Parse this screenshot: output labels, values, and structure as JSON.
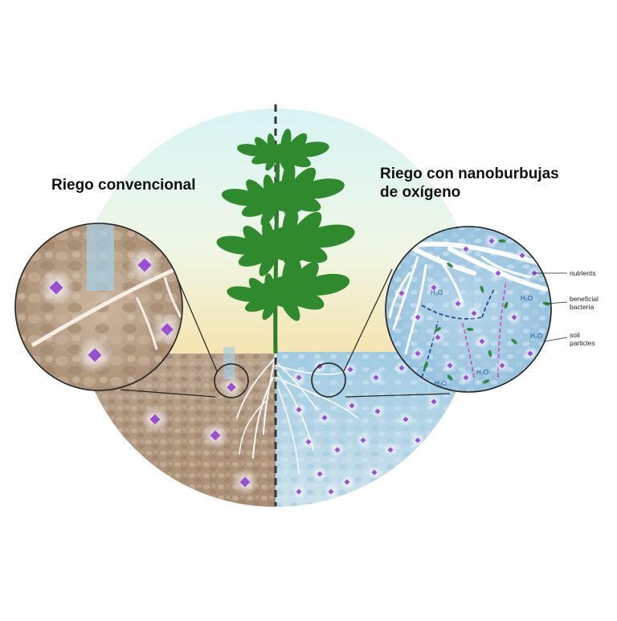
{
  "titles": {
    "left": "Riego convencional",
    "right_line1": "Riego con nanoburbujas",
    "right_line2": "de oxígeno"
  },
  "labels": {
    "nutrients": "nutrients",
    "bacteria_line1": "beneficial",
    "bacteria_line2": "bacteria",
    "soil_line1": "soil",
    "soil_line2": "particles"
  },
  "water_labels": [
    "H₂O",
    "H₂O",
    "H₂O",
    "H₂O",
    "H₂O"
  ],
  "colors": {
    "sky": "#dff4f2",
    "sky_bottom": "#f4e6b8",
    "soil_conventional": "#b79e86",
    "soil_nanobubble": "#bcd8e6",
    "nutrient": "#9b4fd6",
    "bacteria": "#2e8b3d",
    "leaf": "#2f8a2e",
    "root": "#ffffff",
    "water_arrow": "#1f4d8a",
    "nutrient_arrow": "#c45ab8"
  }
}
